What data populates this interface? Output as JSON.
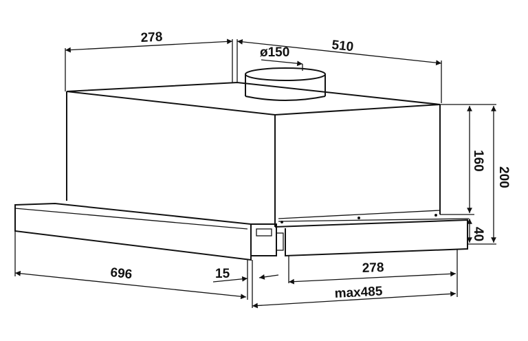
{
  "dimensions": {
    "top_depth": "278",
    "top_width": "510",
    "duct_diameter": "ø150",
    "body_height": "160",
    "total_height": "200",
    "panel_height": "40",
    "panel_width": "696",
    "panel_offset": "15",
    "slider_depth": "278",
    "max_extension": "max485"
  }
}
